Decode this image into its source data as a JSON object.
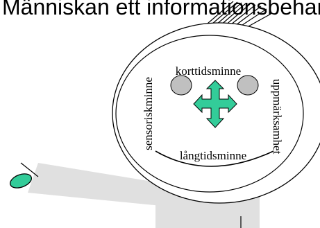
{
  "title": "Människan ett informationsbehandlande system",
  "labels": {
    "top": "korttidsminne",
    "left": "sensoriskminne",
    "right": "uppmärksamhet",
    "bottom": "långtidsminne"
  },
  "colors": {
    "memory_oval_fill": "#c0c0c0",
    "arrow_fill": "#33cc99",
    "hand_fill": "#33cc99",
    "arm_fill": "#e0e0e0"
  }
}
